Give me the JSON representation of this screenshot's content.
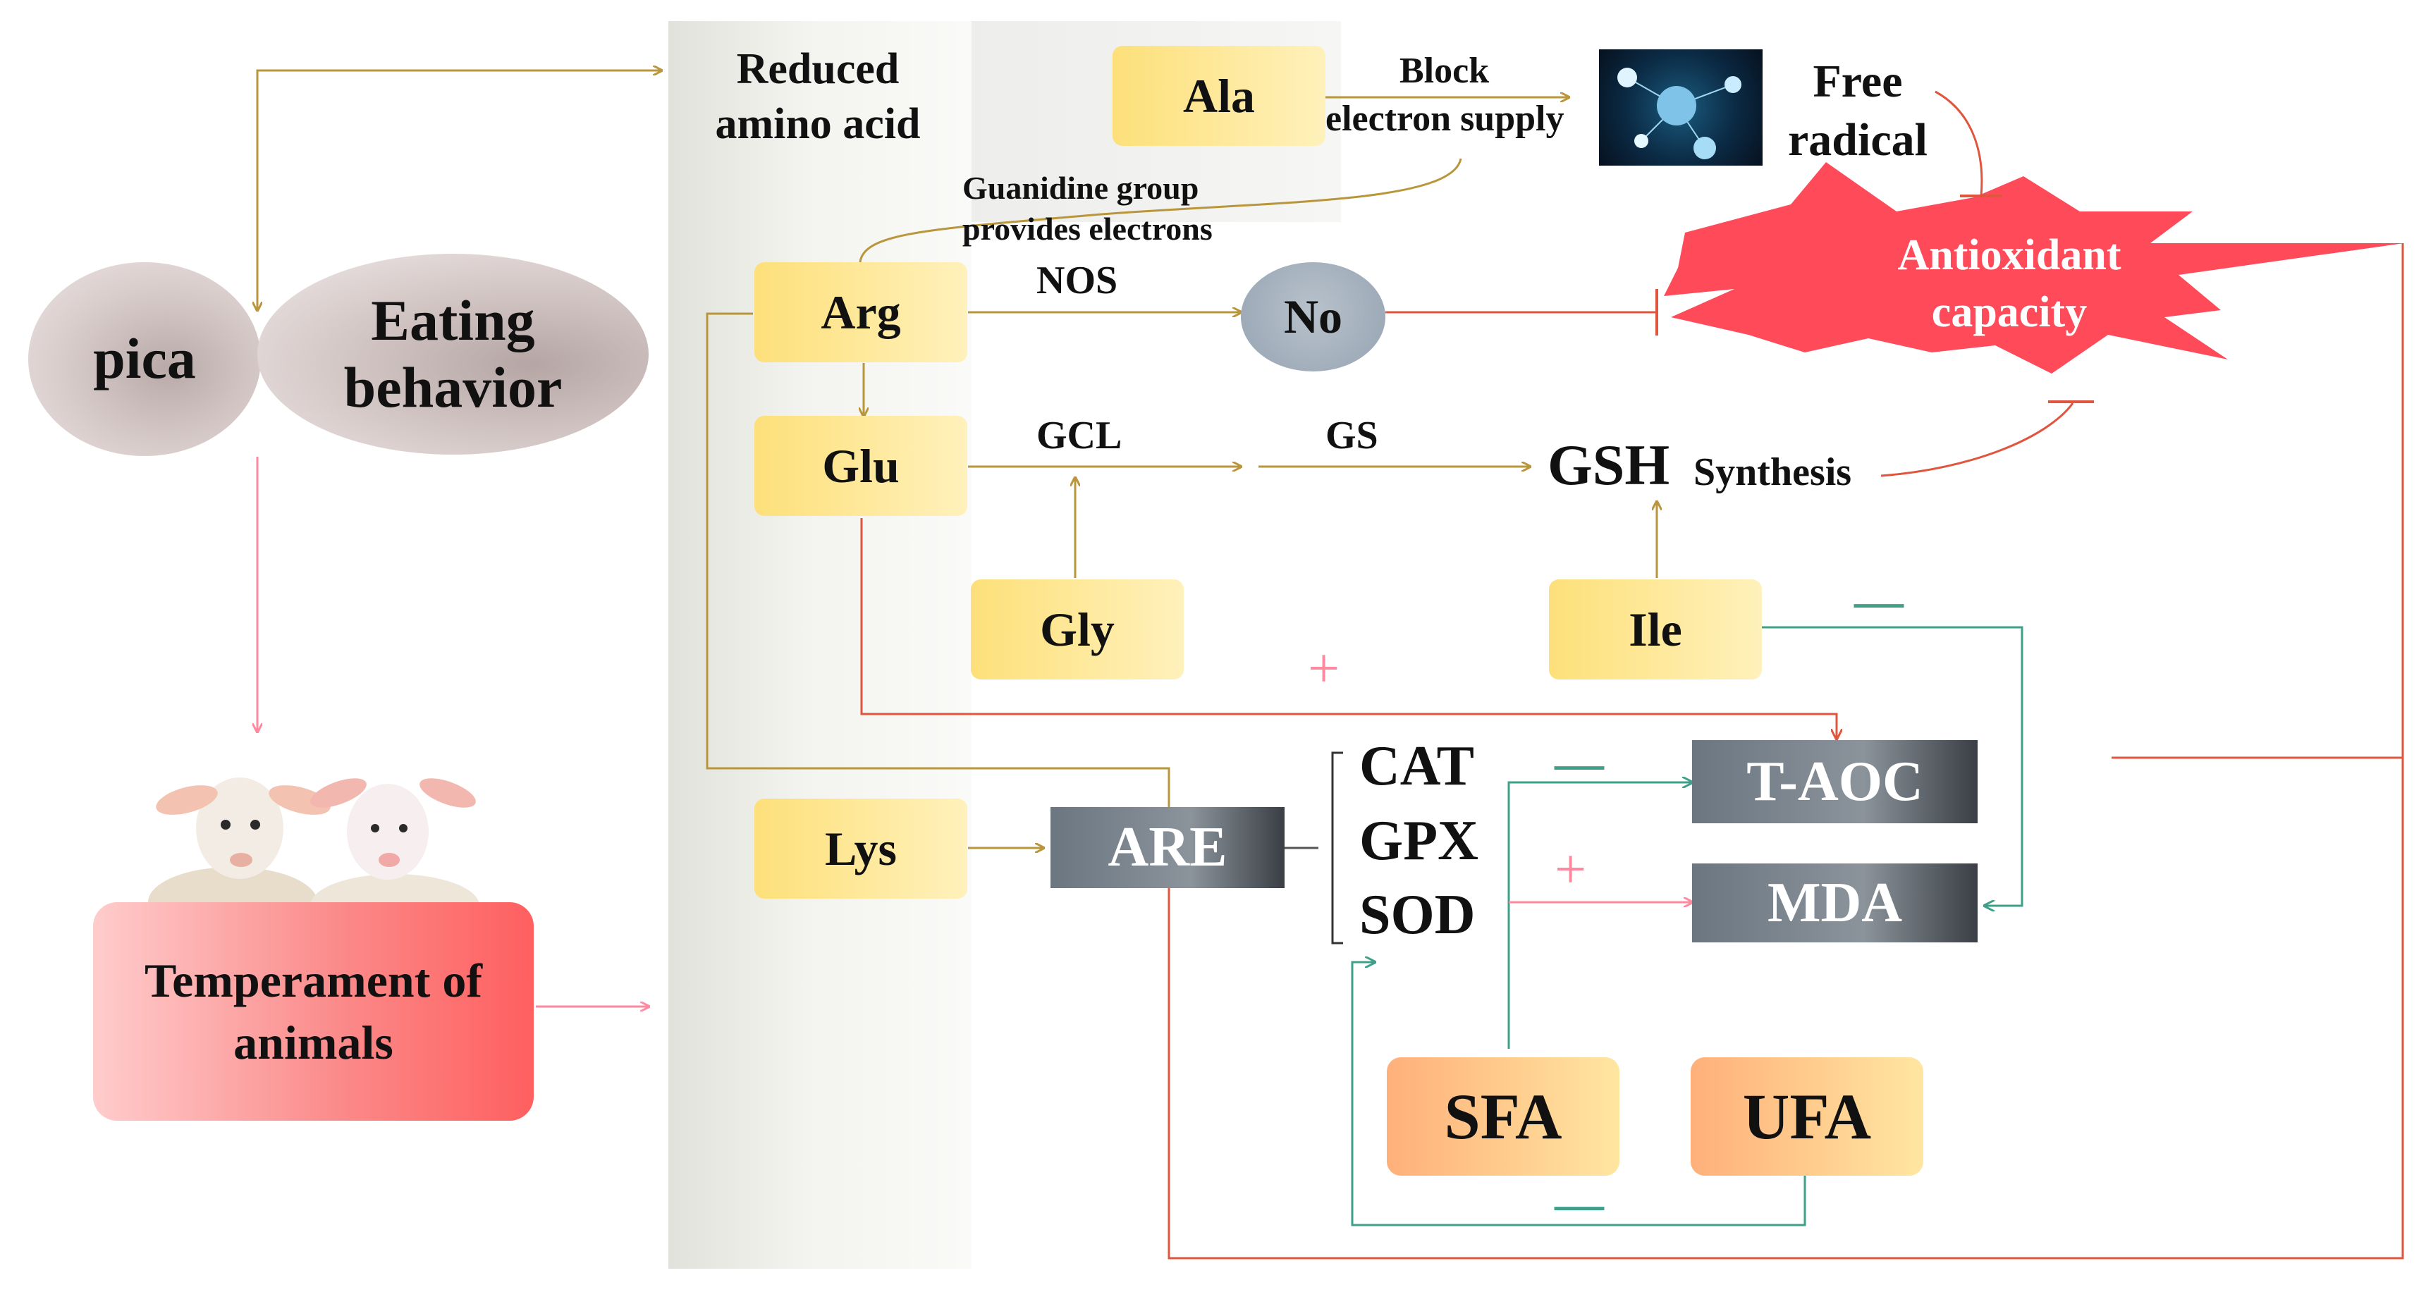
{
  "diagram": {
    "reduced_amino_acid": "Reduced\namino acid",
    "pica": "pica",
    "eating_behavior": "Eating\nbehavior",
    "temperament": "Temperament of\nanimals",
    "ala": "Ala",
    "block_label": "Block",
    "electron_supply_label": "electron supply",
    "free_radical": "Free\nradical",
    "guanidine_label": "Guanidine group\nprovides electrons",
    "antioxidant": "Antioxidant\ncapacity",
    "arg": "Arg",
    "nos": "NOS",
    "no": "No",
    "glu": "Glu",
    "gcl": "GCL",
    "gs": "GS",
    "gsh": "GSH",
    "synthesis": "Synthesis",
    "gly": "Gly",
    "ile": "Ile",
    "lys": "Lys",
    "are": "ARE",
    "enzymes": [
      "CAT",
      "GPX",
      "SOD"
    ],
    "taoc": "T-AOC",
    "mda": "MDA",
    "sfa": "SFA",
    "ufa": "UFA",
    "plus_sign": "+",
    "minus_sign": "—"
  },
  "colors": {
    "gold_arrow": "#b9963b",
    "pink_arrow": "#ff8aa0",
    "red_line": "#e0553d",
    "green_line": "#3fa089",
    "starburst": "#ff4a5a"
  }
}
